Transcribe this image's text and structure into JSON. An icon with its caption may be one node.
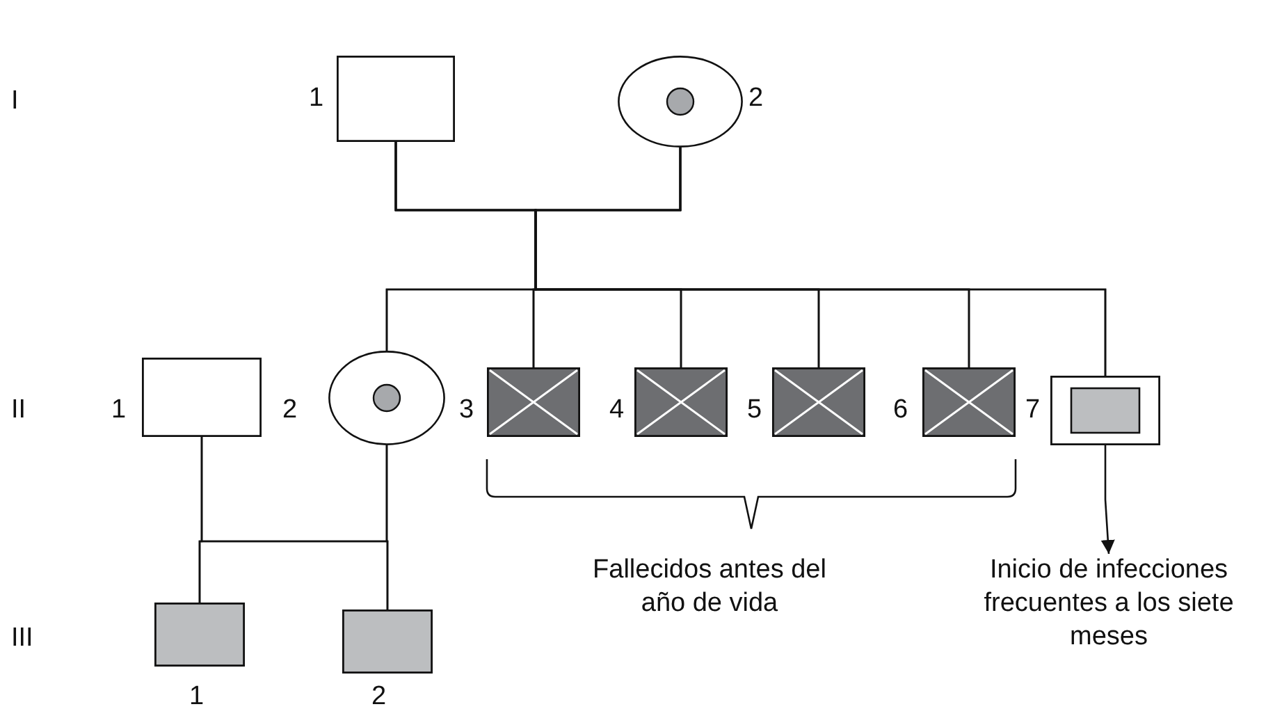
{
  "diagram": {
    "nodes": [
      {
        "text": [],
        "shape": "box",
        "beside": [
          "1"
        ]
      },
      {
        "text": [],
        "shape": "circle",
        "beside": [
          "2"
        ]
      },
      {
        "text": [],
        "shape": "box",
        "beside": [
          "1"
        ]
      },
      {
        "text": [],
        "shape": "circle",
        "beside": [
          "2"
        ]
      },
      {
        "text": [],
        "shape": "box",
        "beside": [
          "3"
        ]
      },
      {
        "text": [],
        "shape": "box",
        "beside": [
          "4"
        ]
      },
      {
        "text": [],
        "shape": "box",
        "beside": [
          "5"
        ]
      },
      {
        "text": [],
        "shape": "box",
        "beside": [
          "6"
        ]
      },
      {
        "text": [],
        "shape": "box",
        "beside": [
          "7"
        ]
      },
      {
        "text": [
          "Inicio de infecciones frecuentes a los siete meses"
        ]
      },
      {
        "text": [],
        "shape": "box",
        "beside": [
          "1"
        ]
      },
      {
        "text": [],
        "shape": "box",
        "beside": [
          "2"
        ]
      }
    ],
    "edges": [
      {
        "from": 0,
        "to": 3,
        "arrow": "none"
      },
      {
        "from": 0,
        "to": 4,
        "arrow": "none"
      },
      {
        "from": 0,
        "to": 5,
        "arrow": "none"
      },
      {
        "from": 0,
        "to": 6,
        "arrow": "none"
      },
      {
        "from": 0,
        "to": 7,
        "arrow": "none"
      },
      {
        "from": 0,
        "to": 8,
        "arrow": "none"
      },
      {
        "from": 1,
        "to": 3,
        "arrow": "none"
      },
      {
        "from": 1,
        "to": 4,
        "arrow": "none"
      },
      {
        "from": 1,
        "to": 5,
        "arrow": "none"
      },
      {
        "from": 1,
        "to": 6,
        "arrow": "none"
      },
      {
        "from": 1,
        "to": 7,
        "arrow": "none"
      },
      {
        "from": 1,
        "to": 8,
        "arrow": "none"
      },
      {
        "from": 8,
        "to": 9,
        "arrow": "to"
      },
      {
        "from": 2,
        "to": 10,
        "arrow": "none"
      },
      {
        "from": 2,
        "to": 11,
        "arrow": "none"
      },
      {
        "from": 3,
        "to": 10,
        "arrow": "none"
      },
      {
        "from": 3,
        "to": 11,
        "arrow": "none"
      }
    ],
    "labels": [
      "I",
      "II",
      "III",
      "Fallecidos antes del año de vida"
    ]
  }
}
